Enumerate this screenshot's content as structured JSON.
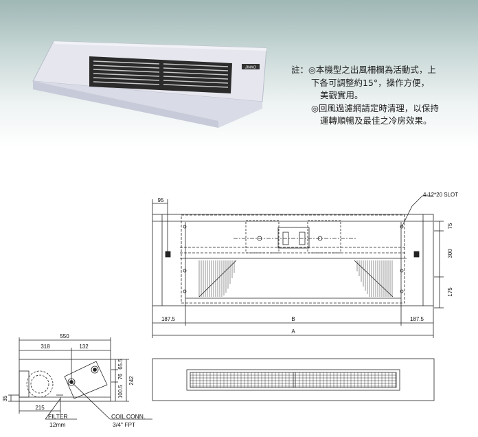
{
  "note": {
    "prefix": "註：",
    "lines": [
      "◎本機型之出風柵欄為活動式，上",
      "下各可調整約15°，操作方便，",
      "美觀實用。",
      "◎回風過濾網請定時清理，以保持",
      "運轉順暢及最佳之冷房效果。"
    ]
  },
  "product": {
    "brand": "JINKO"
  },
  "front_view": {
    "dim_95": "95",
    "slot_label": "4-12*20 SLOT",
    "dim_75": "75",
    "dim_300": "300",
    "dim_175": "175",
    "dim_left": "187.5",
    "dim_b": "B",
    "dim_right": "187.5",
    "dim_a": "A"
  },
  "side_view": {
    "dim_550": "550",
    "dim_318": "318",
    "dim_132": "132",
    "dim_655": "65.5",
    "dim_76": "76",
    "dim_1005": "100.5",
    "dim_242": "242",
    "dim_35": "35",
    "dim_215": "215",
    "filter_label": "FILTER",
    "filter_size": "12mm",
    "coil_label": "COIL CONN.",
    "coil_size": "3/4\" FPT"
  }
}
